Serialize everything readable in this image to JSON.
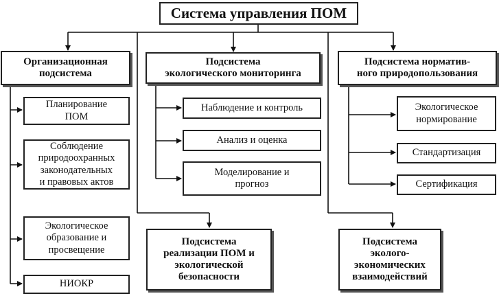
{
  "title": "Система управления ПОМ",
  "columns": {
    "org": {
      "label": "Организационная\nподсистема",
      "items": [
        "Планирование\nПОМ",
        "Соблюдение\nприродоохранных\nзаконодательных\nи правовых актов",
        "Экологическое\nобразование и\nпросвещение",
        "НИОКР"
      ]
    },
    "eco": {
      "label": "Подсистема\nэкологического мониторинга",
      "items": [
        "Наблюдение и контроль",
        "Анализ и оценка",
        "Моделирование и\nпрогноз"
      ]
    },
    "norm": {
      "label": "Подсистема норматив-\nного природопользования",
      "items": [
        "Экологическое\nнормирование",
        "Стандартизация",
        "Сертификация"
      ]
    }
  },
  "bottom": {
    "realization": "Подсистема\nреализации ПОМ и\nэкологической\nбезопасности",
    "economic": "Подсистема\nэколого-\nэкономических\nвзаимодействий"
  }
}
